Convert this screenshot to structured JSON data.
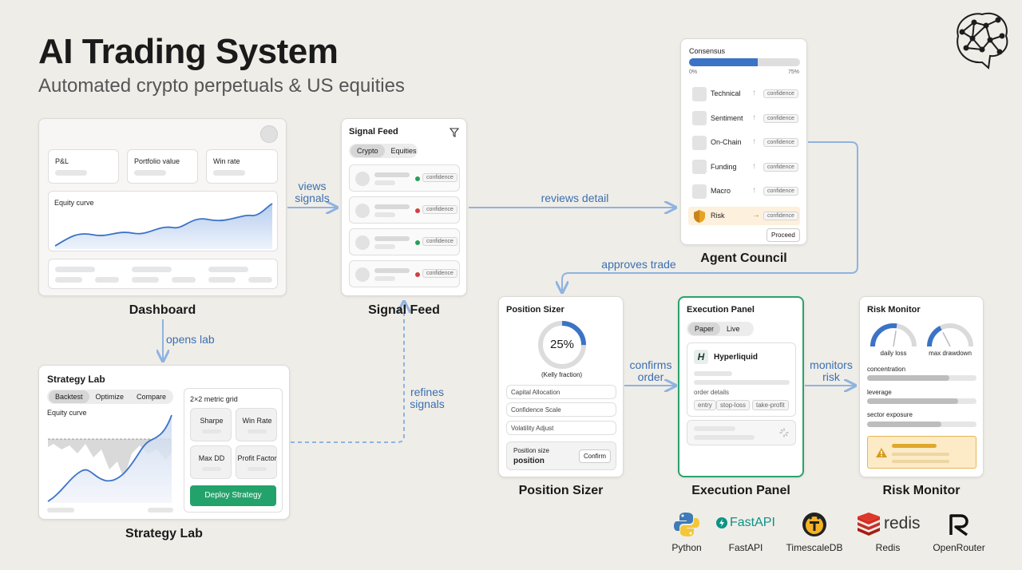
{
  "header": {
    "title": "AI Trading System",
    "subtitle": "Automated crypto perpetuals & US equities"
  },
  "dashboard": {
    "caption": "Dashboard",
    "kpis": [
      "P&L",
      "Portfolio value",
      "Win rate"
    ],
    "chart_label": "Equity curve"
  },
  "signal_feed": {
    "title": "Signal Feed",
    "caption": "Signal Feed",
    "tabs": [
      "Crypto",
      "Equities"
    ],
    "rows": [
      {
        "badge": "confidence",
        "status_color": "#2a9d5b"
      },
      {
        "badge": "confidence",
        "status_color": "#d04040"
      },
      {
        "badge": "confidence",
        "status_color": "#2a9d5b"
      },
      {
        "badge": "confidence",
        "status_color": "#d04040"
      }
    ]
  },
  "agent_council": {
    "caption": "Agent Council",
    "consensus_label": "Consensus",
    "consensus_progress": 0.62,
    "scale_min": "0%",
    "scale_max": "75%",
    "agents": [
      {
        "name": "Technical",
        "arrow": "↑",
        "badge": "confidence",
        "icon": "square-icon"
      },
      {
        "name": "Sentiment",
        "arrow": "↑",
        "badge": "confidence",
        "icon": "square-icon"
      },
      {
        "name": "On-Chain",
        "arrow": "↑",
        "badge": "confidence",
        "icon": "square-icon"
      },
      {
        "name": "Funding",
        "arrow": "↑",
        "badge": "confidence",
        "icon": "square-icon"
      },
      {
        "name": "Macro",
        "arrow": "↑",
        "badge": "confidence",
        "icon": "square-icon"
      },
      {
        "name": "Risk",
        "arrow": "→",
        "badge": "confidence",
        "icon": "shield-icon"
      }
    ],
    "proceed_label": "Proceed",
    "risk_highlight": "#fdf0dc"
  },
  "strategy_lab": {
    "title": "Strategy Lab",
    "caption": "Strategy Lab",
    "tabs": [
      "Backtest",
      "Optimize",
      "Compare"
    ],
    "chart_label": "Equity curve",
    "grid_title": "2×2 metric grid",
    "metrics": [
      "Sharpe",
      "Win Rate",
      "Max DD",
      "Profit Factor"
    ],
    "deploy_label": "Deploy Strategy",
    "deploy_color": "#23a36b"
  },
  "position_sizer": {
    "title": "Position Sizer",
    "caption": "Position Sizer",
    "gauge_value": "25%",
    "gauge_fraction": 0.25,
    "gauge_note": "(Kelly fraction)",
    "fields": [
      "Capital Allocation",
      "Confidence Scale",
      "Volatility Adjust"
    ],
    "summary_line1": "Position size",
    "summary_line2": "position",
    "confirm_label": "Confirm"
  },
  "execution_panel": {
    "title": "Execution Panel",
    "caption": "Execution Panel",
    "tabs": [
      "Paper",
      "Live"
    ],
    "exchange": "Hyperliquid",
    "exchange_icon_text": "H",
    "order_label": "order details",
    "order_tags": [
      "entry",
      "stop-loss",
      "take-profit"
    ],
    "border_color": "#2aa36b"
  },
  "risk_monitor": {
    "title": "Risk Monitor",
    "caption": "Risk Monitor",
    "gauges": [
      {
        "label": "daily loss",
        "level": 0.55
      },
      {
        "label": "max drawdown",
        "level": 0.35
      }
    ],
    "bars": [
      {
        "label": "concentration",
        "level": 0.75
      },
      {
        "label": "leverage",
        "level": 0.83
      },
      {
        "label": "sector exposure",
        "level": 0.68
      }
    ],
    "alert_color": "#fcebc6"
  },
  "flows": {
    "views_signals": "views\nsignals",
    "reviews_detail": "reviews detail",
    "approves_trade": "approves trade",
    "opens_lab": "opens lab",
    "refines_signals": "refines\nsignals",
    "confirms_order": "confirms\norder",
    "monitors_risk": "monitors\nrisk"
  },
  "tech_stack": [
    {
      "name": "Python",
      "icon": "python-icon"
    },
    {
      "name": "FastAPI",
      "icon": "fastapi-icon",
      "wordmark": "FastAPI"
    },
    {
      "name": "TimescaleDB",
      "icon": "timescaledb-icon"
    },
    {
      "name": "Redis",
      "icon": "redis-icon",
      "wordmark": "redis"
    },
    {
      "name": "OpenRouter",
      "icon": "openrouter-icon"
    }
  ],
  "accent_color": "#3b73c6"
}
